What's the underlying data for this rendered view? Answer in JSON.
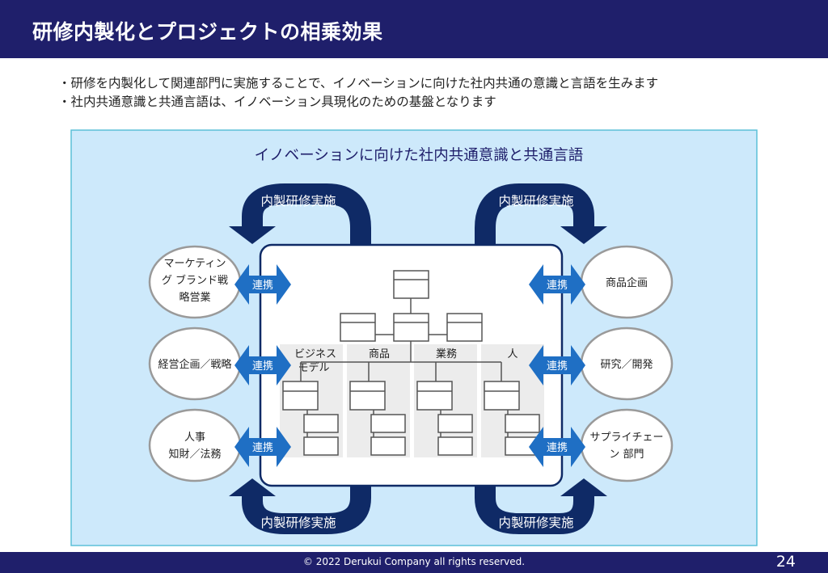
{
  "header": {
    "title": "研修内製化とプロジェクトの相乗効果"
  },
  "bullets": [
    "・研修を内製化して関連部門に実施することで、イノベーションに向けた社内共通の意識と言語を生みます",
    "・社内共通意識と共通言語は、イノベーション具現化のための基盤となります"
  ],
  "diagram": {
    "heading": "イノベーションに向けた社内共通意識と共通言語",
    "arrow_labels": {
      "top_left": "内製研修実施",
      "top_right": "内製研修実施",
      "bottom_left": "内製研修実施",
      "bottom_right": "内製研修実施"
    },
    "left_departments": [
      {
        "lines": [
          "マーケティン",
          "グ ブランド戦",
          "略営業"
        ]
      },
      {
        "lines": [
          "経営企画／戦略"
        ]
      },
      {
        "lines": [
          "人事",
          "知財／法務"
        ]
      }
    ],
    "right_departments": [
      {
        "lines": [
          "商品企画"
        ]
      },
      {
        "lines": [
          "研究／開発"
        ]
      },
      {
        "lines": [
          "サプライチェー",
          "ン 部門"
        ]
      }
    ],
    "link_label": "連携",
    "columns": [
      {
        "lines": [
          "ビジネス",
          "モデル"
        ]
      },
      {
        "lines": [
          "商品"
        ]
      },
      {
        "lines": [
          "業務"
        ]
      },
      {
        "lines": [
          "人"
        ]
      }
    ]
  },
  "footer": {
    "copyright": "© 2022 Derukui Company all rights reserved.",
    "page_number": "24"
  },
  "colors": {
    "header_bg": "#1f1f6b",
    "diagram_bg": "#cde9fb",
    "navy_arrow": "#0f2a66",
    "link_blue": "#1f6fc4"
  }
}
